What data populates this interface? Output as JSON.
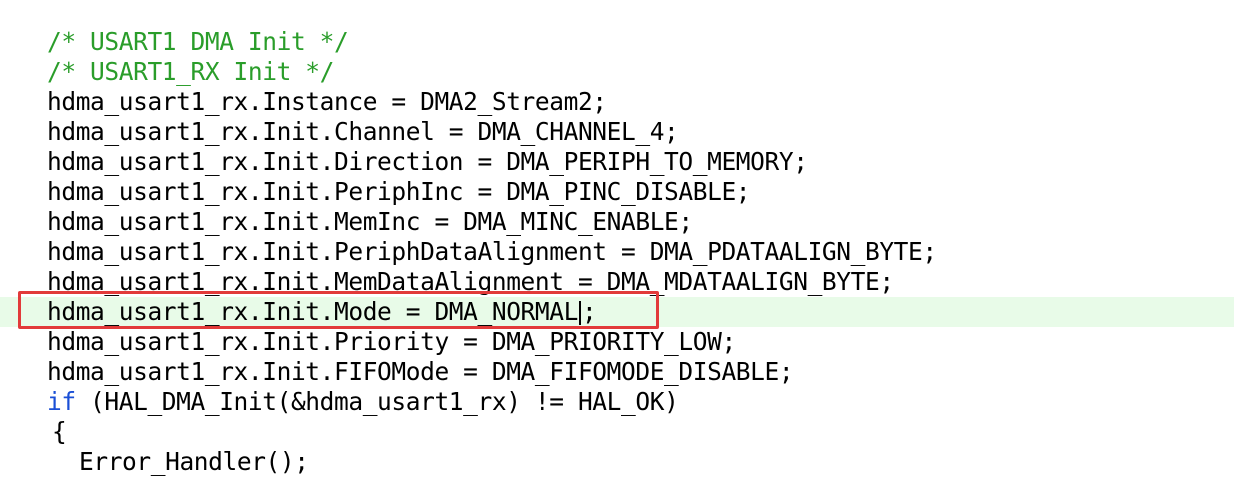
{
  "editor": {
    "lines": [
      {
        "text": "/* USART1 DMA Init */",
        "kind": "comment"
      },
      {
        "text": "/* USART1_RX Init */",
        "kind": "comment"
      },
      {
        "text": "hdma_usart1_rx.Instance = DMA2_Stream2;",
        "kind": "code"
      },
      {
        "text": "hdma_usart1_rx.Init.Channel = DMA_CHANNEL_4;",
        "kind": "code"
      },
      {
        "text": "hdma_usart1_rx.Init.Direction = DMA_PERIPH_TO_MEMORY;",
        "kind": "code"
      },
      {
        "text": "hdma_usart1_rx.Init.PeriphInc = DMA_PINC_DISABLE;",
        "kind": "code"
      },
      {
        "text": "hdma_usart1_rx.Init.MemInc = DMA_MINC_ENABLE;",
        "kind": "code"
      },
      {
        "text": "hdma_usart1_rx.Init.PeriphDataAlignment = DMA_PDATAALIGN_BYTE;",
        "kind": "code"
      },
      {
        "text": "hdma_usart1_rx.Init.MemDataAlignment = DMA_MDATAALIGN_BYTE;",
        "kind": "code"
      },
      {
        "text_before_caret": "hdma_usart1_rx.Init.Mode = DMA_NORMAL",
        "text_after_caret": ";",
        "kind": "code",
        "current": true
      },
      {
        "text": "hdma_usart1_rx.Init.Priority = DMA_PRIORITY_LOW;",
        "kind": "code"
      },
      {
        "text": "hdma_usart1_rx.Init.FIFOMode = DMA_FIFOMODE_DISABLE;",
        "kind": "code"
      },
      {
        "keyword": "if",
        "text": " (HAL_DMA_Init(&hdma_usart1_rx) != HAL_OK)",
        "kind": "keyword-line"
      },
      {
        "text": "{",
        "kind": "brace"
      },
      {
        "text": "Error_Handler();",
        "kind": "code-indented"
      }
    ],
    "colors": {
      "comment": "#2a9d2a",
      "keyword": "#1a4fd6",
      "highlight_border": "#e23a3a",
      "current_line_bg": "#e8fbe8"
    }
  }
}
